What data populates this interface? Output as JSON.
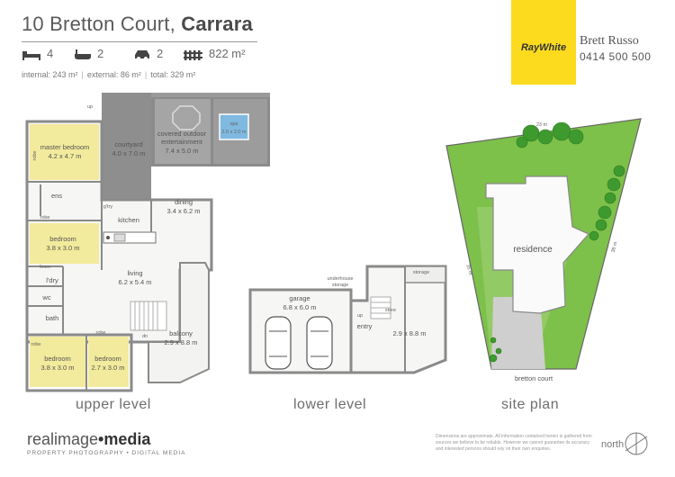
{
  "header": {
    "street": "10 Bretton Court,",
    "suburb": "Carrara",
    "features": {
      "bedrooms": "4",
      "bathrooms": "2",
      "car_spaces": "2",
      "land": "822 m²"
    },
    "areas": {
      "internal": "internal: 243 m²",
      "external": "external: 86 m²",
      "total": "total: 329 m²"
    }
  },
  "agency": {
    "brand": "RayWhite",
    "agent": "Brett Russo",
    "phone": "0414 500 500"
  },
  "upper_level": {
    "label": "upper level",
    "rooms": {
      "master_name": "master bedroom",
      "master_size": "4.2 x 4.7 m",
      "courtyard_name": "courtyard",
      "courtyard_size": "4.0 x 7.0 m",
      "covered_name": "covered outdoor",
      "covered_name2": "entertainment",
      "covered_size": "7.4 x 5.0 m",
      "spa_name": "spa",
      "spa_size": "2.0 x 2.0 m",
      "ens": "ens",
      "kitchen": "kitchen",
      "dining_name": "dining",
      "dining_size": "3.4 x 6.2 m",
      "bed2_name": "bedroom",
      "bed2_size": "3.8 x 3.0 m",
      "living_name": "living",
      "living_size": "6.2 x 5.4 m",
      "ldry": "l'dry",
      "wc": "wc",
      "bath": "bath",
      "balcony_name": "balcony",
      "balcony_size": "2.9 x 8.8 m",
      "bed3_name": "bedroom",
      "bed3_size": "3.8 x 3.0 m",
      "bed4_name": "bedroom",
      "bed4_size": "2.7 x 3.0 m",
      "robe": "robe",
      "linen": "linen",
      "up": "up",
      "dn": "dn",
      "gtry": "g'try"
    }
  },
  "lower_level": {
    "label": "lower level",
    "rooms": {
      "garage_name": "garage",
      "garage_size": "6.8 x 6.0 m",
      "underhouse": "underhouse",
      "storage1": "storage",
      "storage2": "storage",
      "store": "store",
      "entry": "entry",
      "dim": "2.9 x 8.8 m",
      "up": "up"
    }
  },
  "site_plan": {
    "label": "site plan",
    "residence": "residence",
    "street": "bretton court",
    "dim_top": "23 m",
    "dim_right": "38 m",
    "dim_left": "35 m"
  },
  "footer": {
    "brand_light": "realimage",
    "brand_bold": "media",
    "tagline": "PROPERTY PHOTOGRAPHY • DIGITAL MEDIA",
    "disclaimer": "Dimensions are approximate. All information contained herein is gathered from sources we believe to be reliable. However we cannot guarantee its accuracy and interested persons should rely on their own enquiries.",
    "north": "north"
  },
  "colors": {
    "brand_yellow": "#fcdb1e",
    "wall": "#8a8a8a",
    "floor": "#f6f6f4",
    "lawn": "#7dc04a",
    "tree": "#3e9a2e",
    "outdoor": "#8e8e8e",
    "bedroom": "#f2ea9c"
  }
}
